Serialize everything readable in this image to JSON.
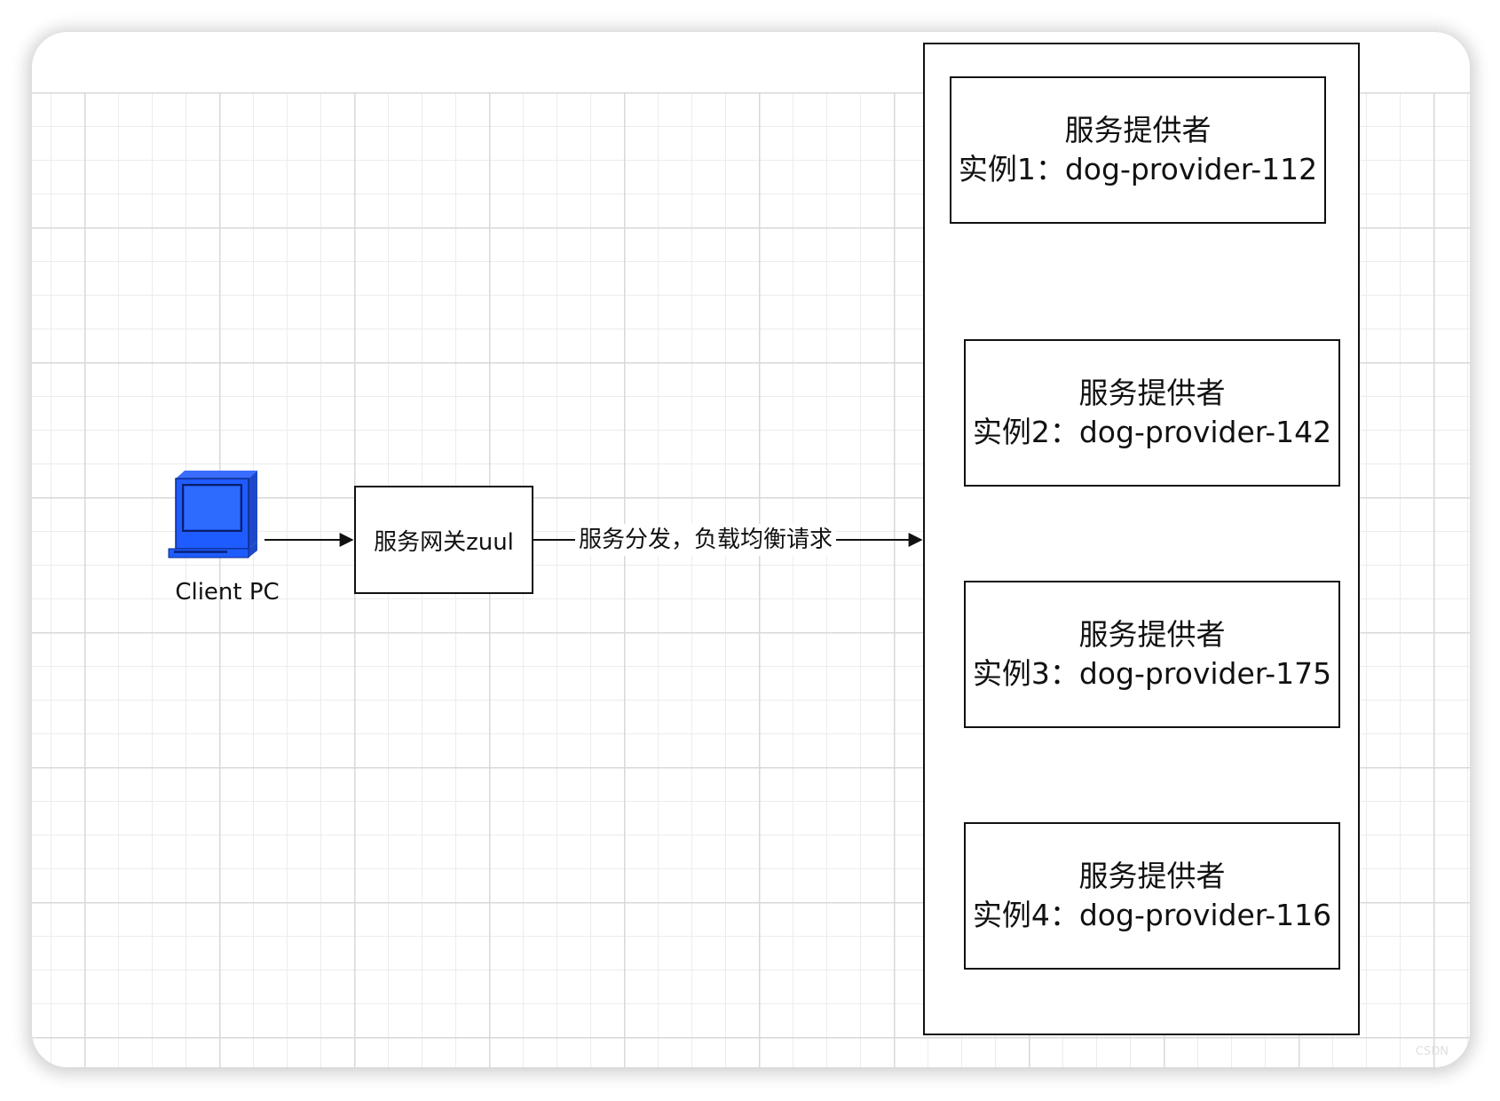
{
  "diagram": {
    "client": {
      "label": "Client PC",
      "icon": "desktop-computer-icon",
      "color": "#1f5cff"
    },
    "gateway": {
      "label": "服务网关zuul"
    },
    "edge": {
      "label": "服务分发，负载均衡请求"
    },
    "providers": [
      {
        "title": "服务提供者",
        "instance": "实例1：dog-provider-112"
      },
      {
        "title": "服务提供者",
        "instance": "实例2：dog-provider-142"
      },
      {
        "title": "服务提供者",
        "instance": "实例3：dog-provider-175"
      },
      {
        "title": "服务提供者",
        "instance": "实例4：dog-provider-116"
      }
    ]
  },
  "watermark": "CSDN"
}
